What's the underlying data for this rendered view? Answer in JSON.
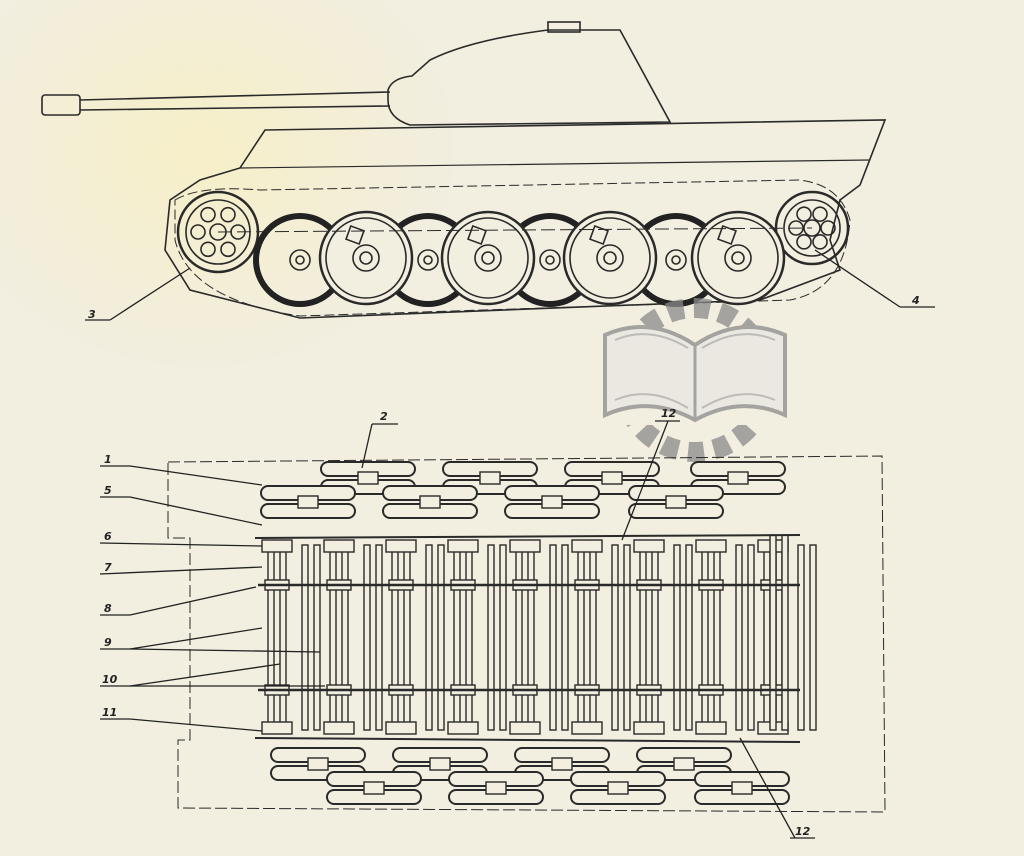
{
  "drawing": {
    "side_view_labels": {
      "idler": "3",
      "sprocket": "4"
    },
    "plan_view_labels": [
      "1",
      "5",
      "6",
      "7",
      "8",
      "9",
      "10",
      "11"
    ],
    "top_label": "2",
    "upper_right_label": "12",
    "lower_right_label": "12"
  },
  "colors": {
    "paper": "#f2eee0",
    "ink": "#2a2a2a",
    "watermark": "#8a8a8a"
  },
  "watermark": {
    "icon": "book-gear-logo-icon"
  }
}
